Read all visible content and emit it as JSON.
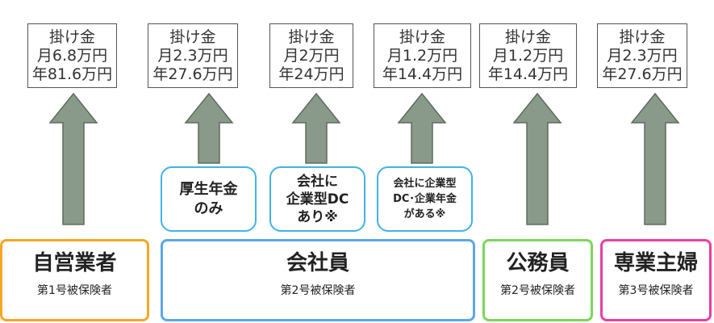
{
  "colors": {
    "arrow_fill": "#8a9a8a",
    "arrow_stroke": "#5e6b5e",
    "orange": "#f5a623",
    "blue": "#5aa8e8",
    "green": "#7cd65a",
    "pink": "#e83fa6",
    "light_blue": "#3fb3e6"
  },
  "premium_boxes": [
    {
      "title": "掛け金",
      "monthly": "月6.8万円",
      "yearly": "年81.6万円"
    },
    {
      "title": "掛け金",
      "monthly": "月2.3万円",
      "yearly": "年27.6万円"
    },
    {
      "title": "掛け金",
      "monthly": "月2万円",
      "yearly": "年24万円"
    },
    {
      "title": "掛け金",
      "monthly": "月1.2万円",
      "yearly": "年14.4万円"
    },
    {
      "title": "掛け金",
      "monthly": "月1.2万円",
      "yearly": "年14.4万円"
    },
    {
      "title": "掛け金",
      "monthly": "月2.3万円",
      "yearly": "年27.6万円"
    }
  ],
  "employee_subtypes": [
    {
      "lines": [
        "厚生年金",
        "のみ"
      ]
    },
    {
      "lines": [
        "会社に",
        "企業型DC",
        "あり※"
      ]
    },
    {
      "lines": [
        "会社に企業型",
        "DC･企業年金",
        "がある※"
      ]
    }
  ],
  "categories": [
    {
      "title": "自営業者",
      "subtitle": "第1号被保険者"
    },
    {
      "title": "会社員",
      "subtitle": "第2号被保険者"
    },
    {
      "title": "公務員",
      "subtitle": "第2号被保険者"
    },
    {
      "title": "専業主婦",
      "subtitle": "第3号被保険者"
    }
  ]
}
